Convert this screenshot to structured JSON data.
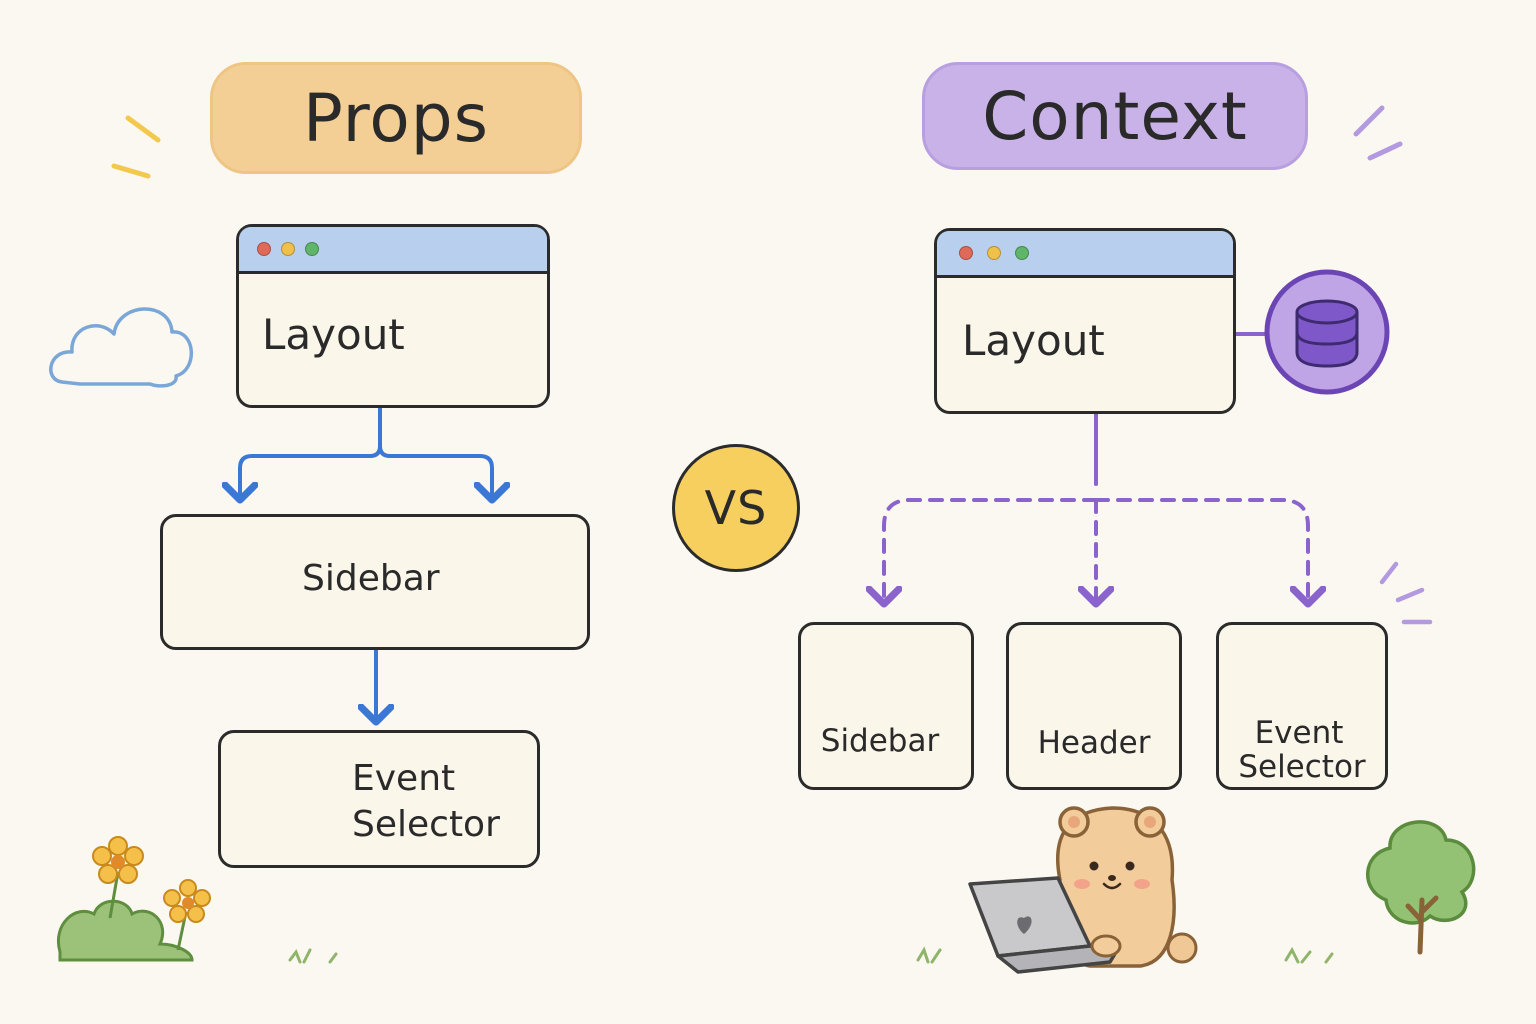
{
  "props_side": {
    "title": "Props",
    "layout_label": "Layout",
    "sidebar_label": "Sidebar",
    "event_selector_label_line1": "Event",
    "event_selector_label_line2": "Selector"
  },
  "divider_label": "VS",
  "context_side": {
    "title": "Context",
    "layout_label": "Layout",
    "children": [
      {
        "label_line1": "Sidebar",
        "label_line2": ""
      },
      {
        "label_line1": "Header",
        "label_line2": ""
      },
      {
        "label_line1": "Event",
        "label_line2": "Selector"
      }
    ]
  },
  "colors": {
    "background": "#fbf8f1",
    "props_accent": "#f4cf95",
    "context_accent": "#c8b2e8",
    "props_arrow": "#3b78d6",
    "context_arrow": "#8a63cc",
    "vs_fill": "#f6cf5e"
  },
  "icons": [
    "list-icon",
    "user-icon",
    "calendar-icon",
    "database-icon",
    "bell-icon",
    "menu-icon",
    "cloud-icon",
    "flower-icon",
    "tree-icon",
    "bear-illustration",
    "laptop-icon",
    "heart-icon"
  ]
}
